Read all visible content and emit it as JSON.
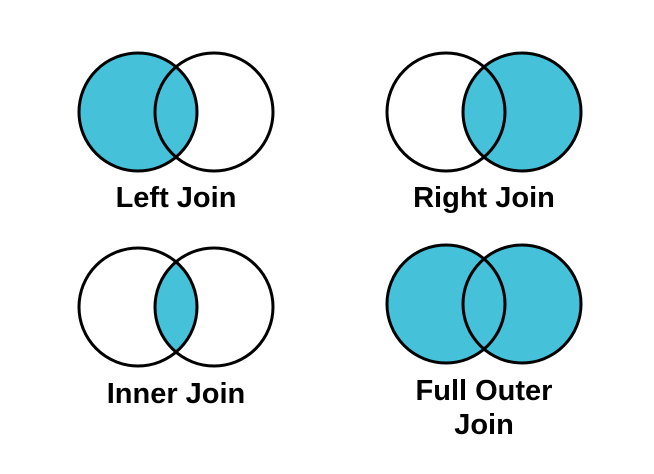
{
  "colors": {
    "fill": "#45C2D9",
    "empty": "#FFFFFF",
    "stroke": "#000000",
    "label_text": "#000000",
    "background": "#FFFFFF"
  },
  "diagrams": [
    {
      "id": "left-join",
      "label": "Left Join",
      "filled": {
        "left_circle": true,
        "intersection": true,
        "right_circle": false
      }
    },
    {
      "id": "right-join",
      "label": "Right Join",
      "filled": {
        "left_circle": false,
        "intersection": true,
        "right_circle": true
      }
    },
    {
      "id": "inner-join",
      "label": "Inner Join",
      "filled": {
        "left_circle": false,
        "intersection": true,
        "right_circle": false
      }
    },
    {
      "id": "full-outer-join",
      "label": "Full Outer Join",
      "filled": {
        "left_circle": true,
        "intersection": true,
        "right_circle": true
      }
    }
  ]
}
